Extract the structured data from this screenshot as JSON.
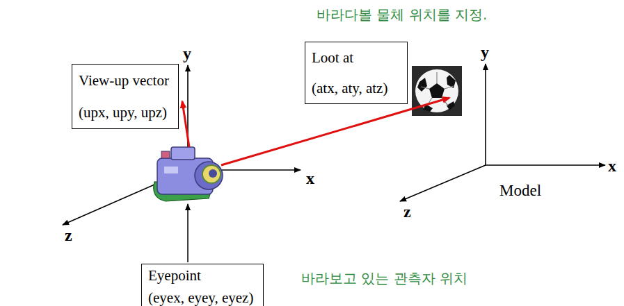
{
  "diagram": {
    "nodes": [
      {
        "text": [
          "View-up vector",
          "(upx, upy, upz)"
        ]
      },
      {
        "text": [
          "Loot at",
          "(atx, aty, atz)"
        ]
      },
      {
        "text": [
          "Eyepoint",
          "(eyex, eyey, eyez)"
        ]
      }
    ],
    "labels": [
      "바라다볼 물체 위치를 지정.",
      "바라보고 있는 관측자 위치",
      "y",
      "x",
      "z",
      "y",
      "x",
      "z",
      "Model"
    ]
  }
}
